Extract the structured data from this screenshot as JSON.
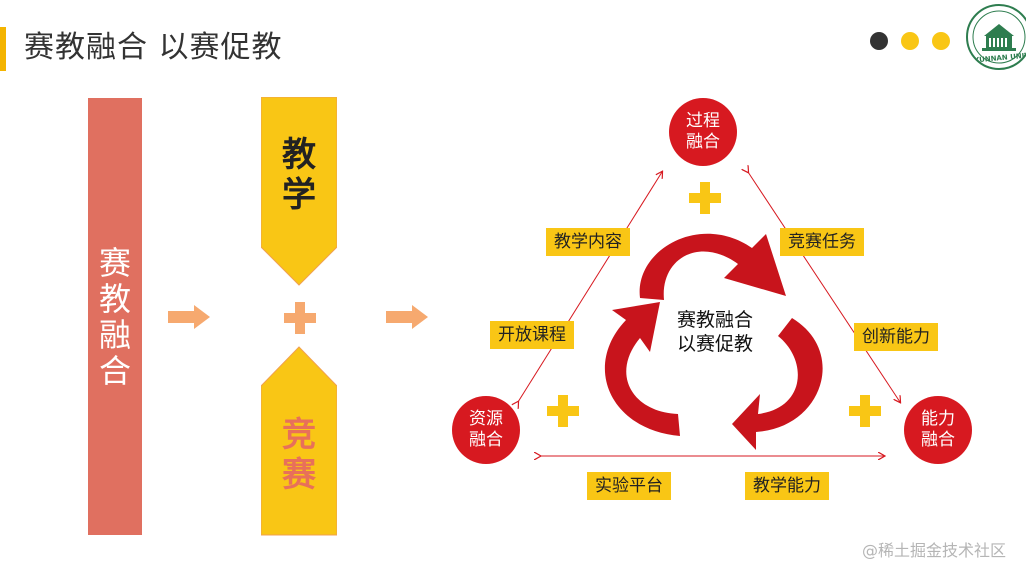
{
  "slide": {
    "title": "赛教融合 以赛促教",
    "nav_dots": [
      {
        "color": "#333333"
      },
      {
        "color": "#f9c615"
      },
      {
        "color": "#f9c615"
      }
    ],
    "logo": {
      "text": "YUNNAN UNIVERSITY"
    }
  },
  "left": {
    "bar_text": [
      "赛",
      "教",
      "融",
      "合"
    ],
    "bar_color": "#e07060",
    "teach_chars": [
      "教",
      "学"
    ],
    "compete_chars": [
      "竞",
      "赛"
    ],
    "accent_color": "#f9c615"
  },
  "diagram": {
    "center": [
      "赛教融合",
      "以赛促教"
    ],
    "nodes": {
      "top": [
        "过程",
        "融合"
      ],
      "left": [
        "资源",
        "融合"
      ],
      "right": [
        "能力",
        "融合"
      ]
    },
    "labels": {
      "teaching_content": "教学内容",
      "open_courses": "开放课程",
      "competition_tasks": "竞赛任务",
      "innovation_ability": "创新能力",
      "lab_platform": "实验平台",
      "teaching_ability": "教学能力"
    },
    "node_color": "#d71920"
  },
  "watermark": "@稀土掘金技术社区"
}
